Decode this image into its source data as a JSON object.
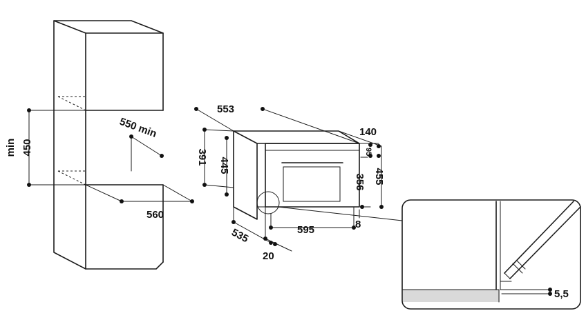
{
  "cabinet": {
    "height_min": "450",
    "height_min_unit": "min",
    "depth_min": "550 min",
    "width": "560"
  },
  "oven": {
    "depth_total": "553",
    "height_total": "391",
    "front_height": "445",
    "top_offset": "140",
    "top_gap": "95",
    "body_height": "455",
    "door_height": "356",
    "width": "595",
    "bottom_gap": "8",
    "depth": "535",
    "front_offset": "20"
  },
  "detail": {
    "gap": "5,5"
  },
  "colors": {
    "line": "#1a1a1a",
    "detail_floor": "#d9d9d9"
  }
}
